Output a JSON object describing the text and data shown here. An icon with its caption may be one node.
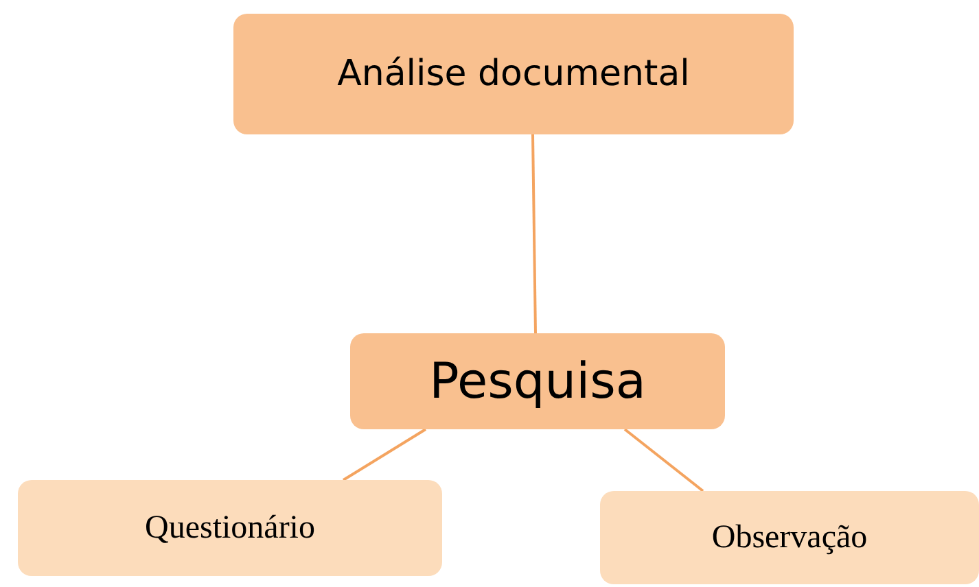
{
  "diagram": {
    "nodes": [
      {
        "text": [
          "Análise documental"
        ]
      },
      {
        "text": [
          "Pesquisa"
        ]
      },
      {
        "text": [
          "Questionário"
        ]
      },
      {
        "text": [
          "Observação"
        ]
      }
    ],
    "edges": [
      {
        "from": 0,
        "to": 1,
        "arrow": "none"
      },
      {
        "from": 1,
        "to": 2,
        "arrow": "none"
      },
      {
        "from": 1,
        "to": 3,
        "arrow": "none"
      }
    ]
  }
}
